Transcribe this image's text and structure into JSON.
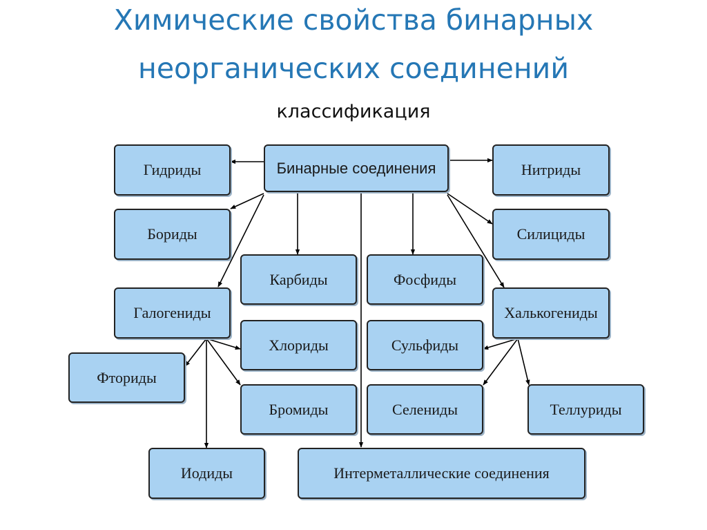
{
  "header": {
    "title_line1": "Химические свойства бинарных",
    "title_line2": "неорганических соединений",
    "subtitle": "классификация"
  },
  "colors": {
    "title": "#2577b5",
    "node_fill": "#a9d2f2",
    "border": "#222222"
  },
  "nodes": {
    "binary": "Бинарные соединения",
    "hydrides": "Гидриды",
    "borides": "Бориды",
    "nitrides": "Нитриды",
    "silicides": "Силициды",
    "carbides": "Карбиды",
    "phosphides": "Фосфиды",
    "halides": "Галогениды",
    "chalcogenides": "Халькогениды",
    "chlorides": "Хлориды",
    "sulfides": "Сульфиды",
    "fluorides": "Фториды",
    "bromides": "Бромиды",
    "selenides": "Селениды",
    "tellurides": "Теллуриды",
    "iodides": "Иодиды",
    "intermetallics": "Интерметаллические соединения"
  }
}
